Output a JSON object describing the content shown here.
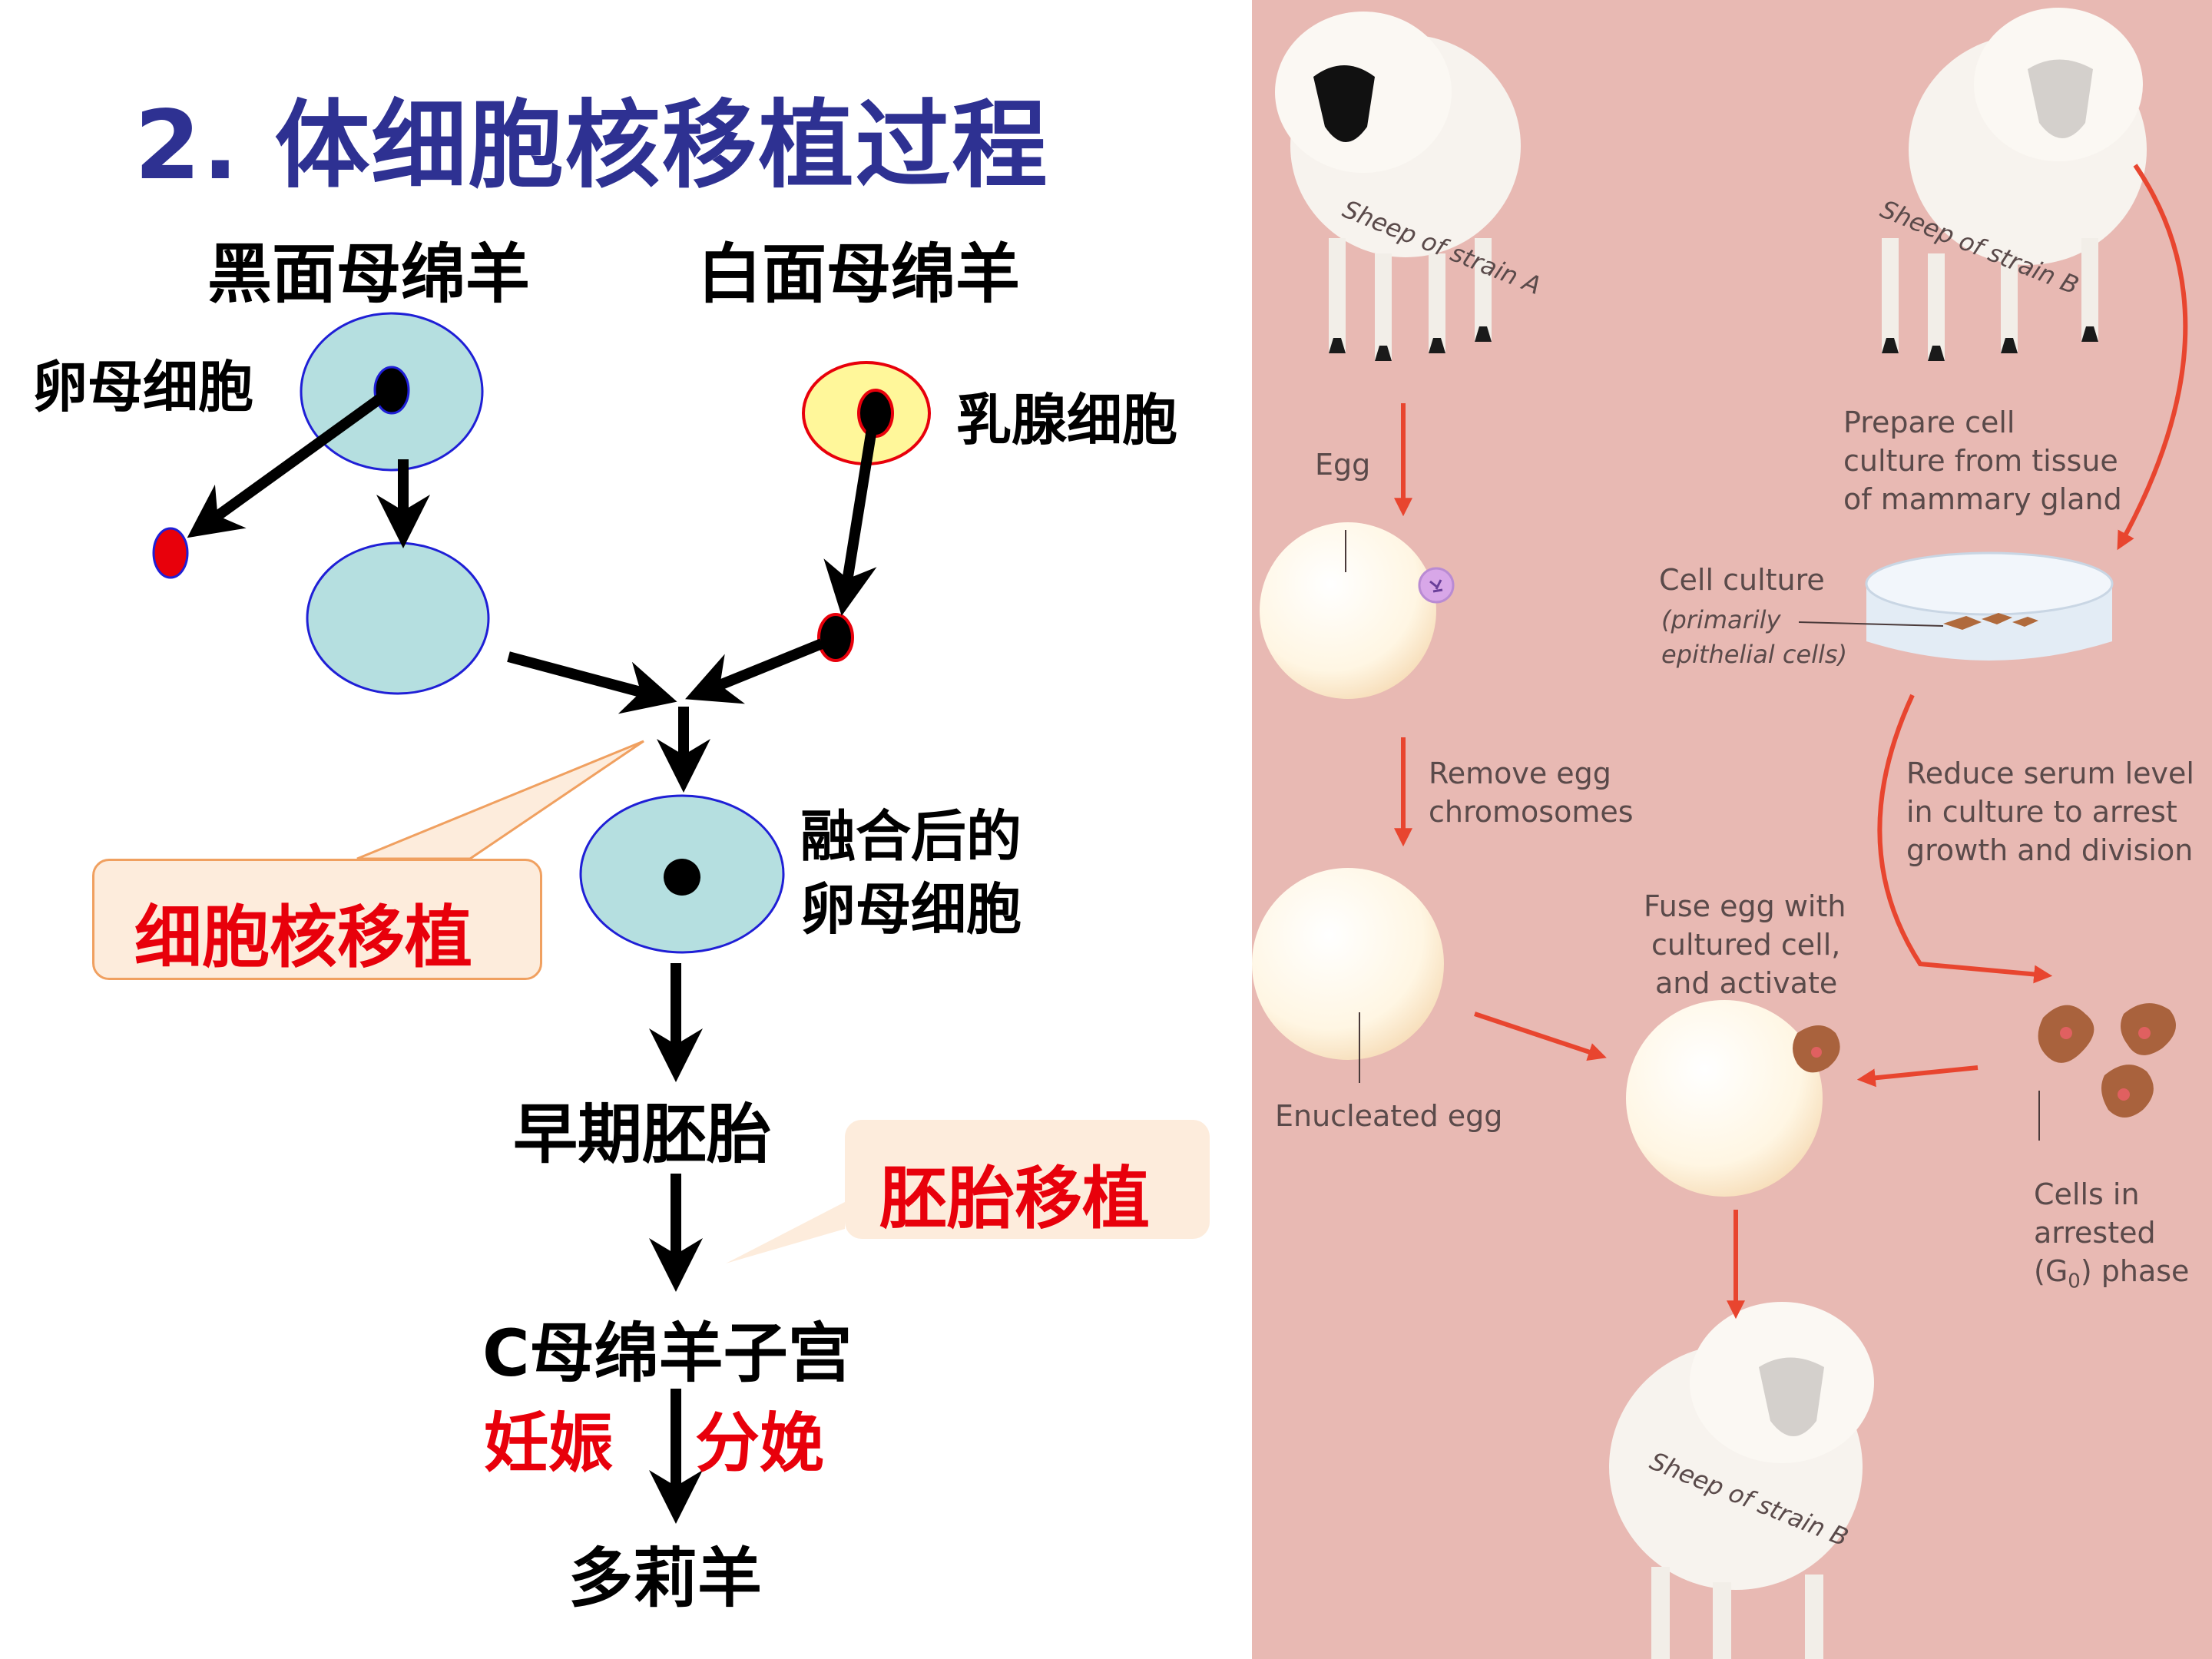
{
  "title": "2. 体细胞核移植过程",
  "labels": {
    "black_sheep": "黑面母绵羊",
    "white_sheep": "白面母绵羊",
    "oocyte": "卵母细胞",
    "mammary_cell": "乳腺细胞",
    "fused_oocyte_line1": "融合后的",
    "fused_oocyte_line2": "卵母细胞",
    "early_embryo": "早期胚胎",
    "surrogate_uterus": "C母绵羊子宫",
    "pregnancy": "妊娠",
    "delivery": "分娩",
    "dolly": "多莉羊"
  },
  "callouts": {
    "nuclear_transfer": "细胞核移植",
    "embryo_transfer": "胚胎移植"
  },
  "figure": {
    "sheep_a_label": "Sheep of strain A",
    "sheep_b_label": "Sheep of strain B",
    "sheep_b_offspring_label": "Sheep of strain B",
    "egg": "Egg",
    "prepare": [
      "Prepare cell",
      "culture from tissue",
      "of mammary gland"
    ],
    "cell_culture": "Cell culture",
    "cell_culture_note": [
      "(primarily",
      "epithelial cells)"
    ],
    "remove": [
      "Remove egg",
      "chromosomes"
    ],
    "reduce": [
      "Reduce serum level",
      "in culture to arrest",
      "growth and division"
    ],
    "fuse": [
      "Fuse egg with",
      "cultured cell,",
      "and activate"
    ],
    "enucleated": "Enucleated egg",
    "arrested": [
      "Cells in",
      "arrested",
      "(G",
      "0",
      ") phase"
    ]
  },
  "colors": {
    "title": "#2e3192",
    "cell_fill": "#b5dfe0",
    "cell_stroke": "#1f1fd6",
    "red_text": "#e8000b",
    "mammary_fill": "#fff79a",
    "callout_fill": "#fdecdc",
    "figure_bg": "#e8b9b3",
    "figure_arrow": "#e8452f"
  },
  "icons": [
    "black-faced-sheep-icon",
    "white-faced-sheep-icon",
    "petri-dish-icon"
  ]
}
